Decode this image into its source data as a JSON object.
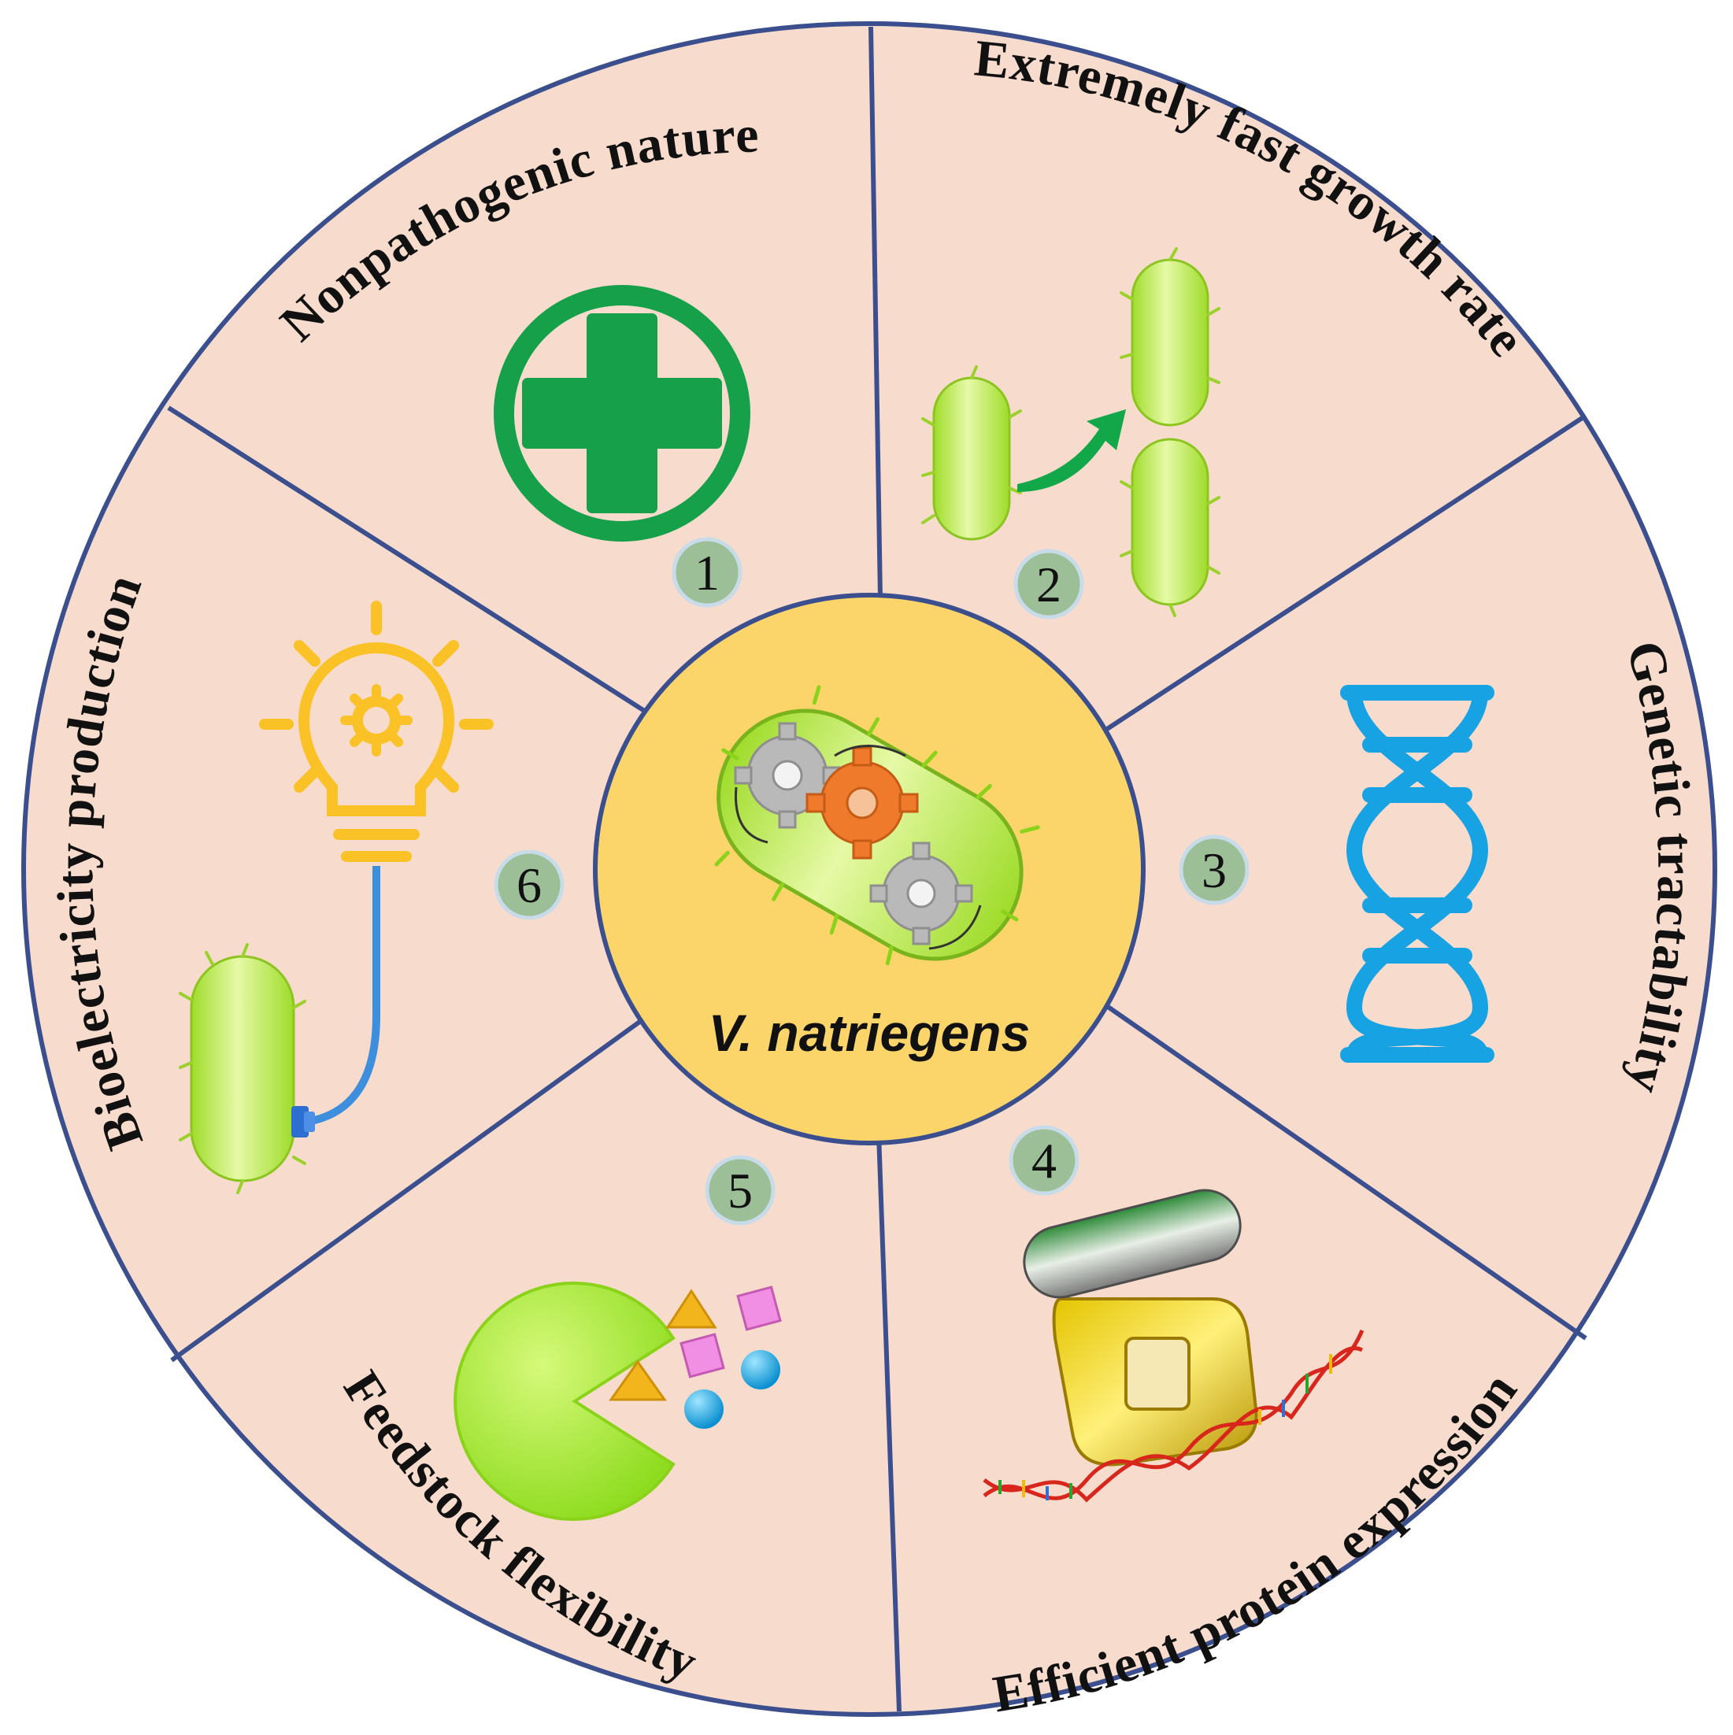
{
  "center": {
    "label": "V. natriegens"
  },
  "segments": [
    {
      "number": "1",
      "title": "Nonpathogenic nature",
      "icon": "medical-cross-icon"
    },
    {
      "number": "2",
      "title": "Extremely fast growth rate",
      "icon": "cell-division-icon"
    },
    {
      "number": "3",
      "title": "Genetic tractability",
      "icon": "dna-helix-icon"
    },
    {
      "number": "4",
      "title": "Efficient protein expression",
      "icon": "ribosome-dna-icon"
    },
    {
      "number": "5",
      "title": "Feedstock flexibility",
      "icon": "feedstock-eater-icon"
    },
    {
      "number": "6",
      "title": "Bioelectricity production",
      "icon": "lightbulb-cell-icon"
    }
  ],
  "colors": {
    "segment_fill": "#f7dccd",
    "outline": "#3b4f8e",
    "center_fill": "#fbd56a",
    "badge_fill": "#9dbf97",
    "cross_green": "#16a04a",
    "cell_green": "#b5ea3f",
    "dna_blue": "#17a2e3",
    "bulb_yellow": "#fbc227",
    "gear_orange": "#f07a2c",
    "gear_gray": "#b9b9b9"
  }
}
